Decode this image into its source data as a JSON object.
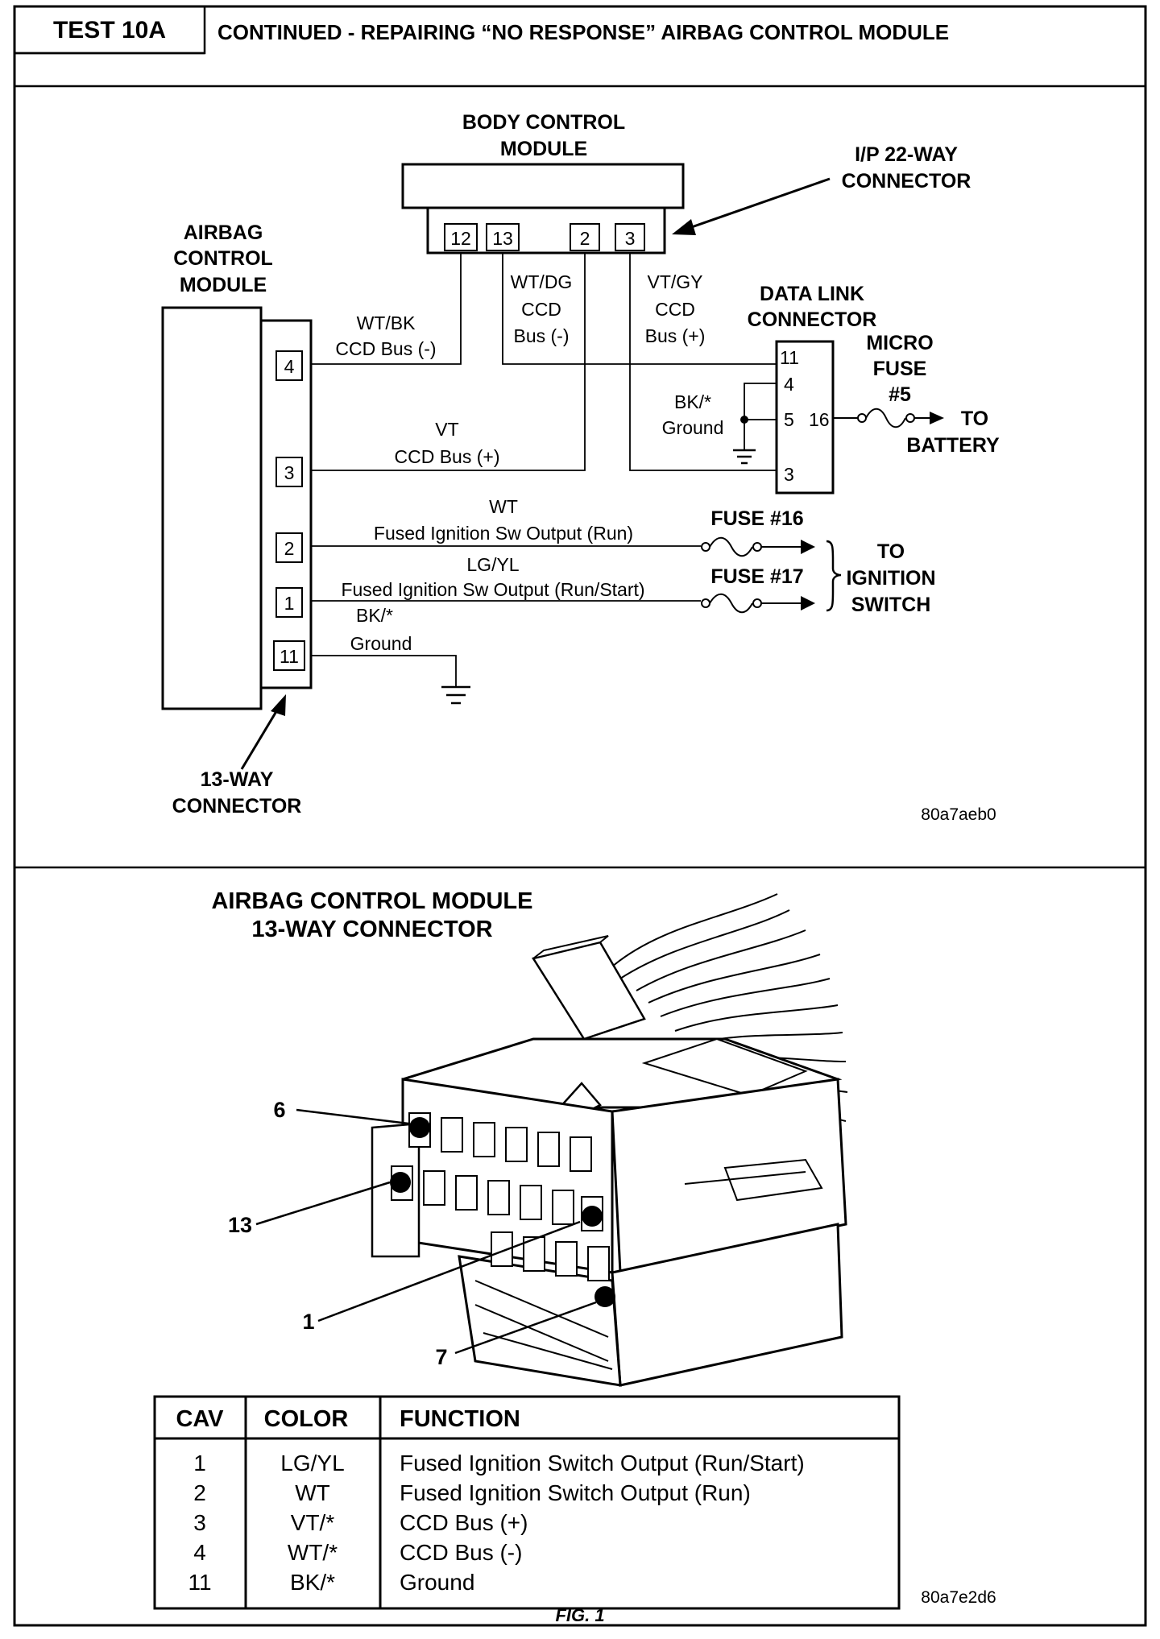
{
  "header": {
    "test_label": "TEST 10A",
    "title": "CONTINUED - REPAIRING “NO RESPONSE” AIRBAG CONTROL MODULE"
  },
  "schematic": {
    "bcm_label_1": "BODY CONTROL",
    "bcm_label_2": "MODULE",
    "ip_conn_label_1": "I/P 22-WAY",
    "ip_conn_label_2": "CONNECTOR",
    "bcm_pins": [
      "12",
      "13",
      "2",
      "3"
    ],
    "acm_label_1": "AIRBAG",
    "acm_label_2": "CONTROL",
    "acm_label_3": "MODULE",
    "acm_pins": [
      "4",
      "3",
      "2",
      "1",
      "11"
    ],
    "way13_label_1": "13-WAY",
    "way13_label_2": "CONNECTOR",
    "dlc_label_1": "DATA LINK",
    "dlc_label_2": "CONNECTOR",
    "dlc_pins": [
      "11",
      "4",
      "5",
      "16",
      "3"
    ],
    "wires": {
      "wtbk_color": "WT/BK",
      "wtbk_func": "CCD Bus (-)",
      "wtdg_color": "WT/DG",
      "wtdg_func_1": "CCD",
      "wtdg_func_2": "Bus (-)",
      "vtgy_color": "VT/GY",
      "vtgy_func_1": "CCD",
      "vtgy_func_2": "Bus (+)",
      "vt_color": "VT",
      "vt_func": "CCD Bus (+)",
      "wt_color": "WT",
      "wt_func": "Fused Ignition Sw Output (Run)",
      "lgyl_color": "LG/YL",
      "lgyl_func": "Fused Ignition Sw Output (Run/Start)",
      "bk_color": "BK/*",
      "bk_func": "Ground",
      "dlc_bk_color": "BK/*",
      "dlc_bk_func": "Ground"
    },
    "micro_fuse_1": "MICRO",
    "micro_fuse_2": "FUSE",
    "micro_fuse_3": "#5",
    "to_battery_1": "TO",
    "to_battery_2": "BATTERY",
    "fuse16": "FUSE #16",
    "fuse17": "FUSE #17",
    "to_ign_1": "TO",
    "to_ign_2": "IGNITION",
    "to_ign_3": "SWITCH",
    "figure_code": "80a7aeb0"
  },
  "connector_view": {
    "title_1": "AIRBAG CONTROL MODULE",
    "title_2": "13-WAY CONNECTOR",
    "callouts": [
      "6",
      "13",
      "1",
      "7"
    ],
    "figure_code": "80a7e2d6",
    "fig_caption": "FIG. 1"
  },
  "cavity_table": {
    "headers": [
      "CAV",
      "COLOR",
      "FUNCTION"
    ],
    "rows": [
      [
        "1",
        "LG/YL",
        "Fused Ignition Switch Output (Run/Start)"
      ],
      [
        "2",
        "WT",
        "Fused Ignition Switch Output (Run)"
      ],
      [
        "3",
        "VT/*",
        "CCD Bus (+)"
      ],
      [
        "4",
        "WT/*",
        "CCD Bus (-)"
      ],
      [
        "11",
        "BK/*",
        "Ground"
      ]
    ]
  }
}
